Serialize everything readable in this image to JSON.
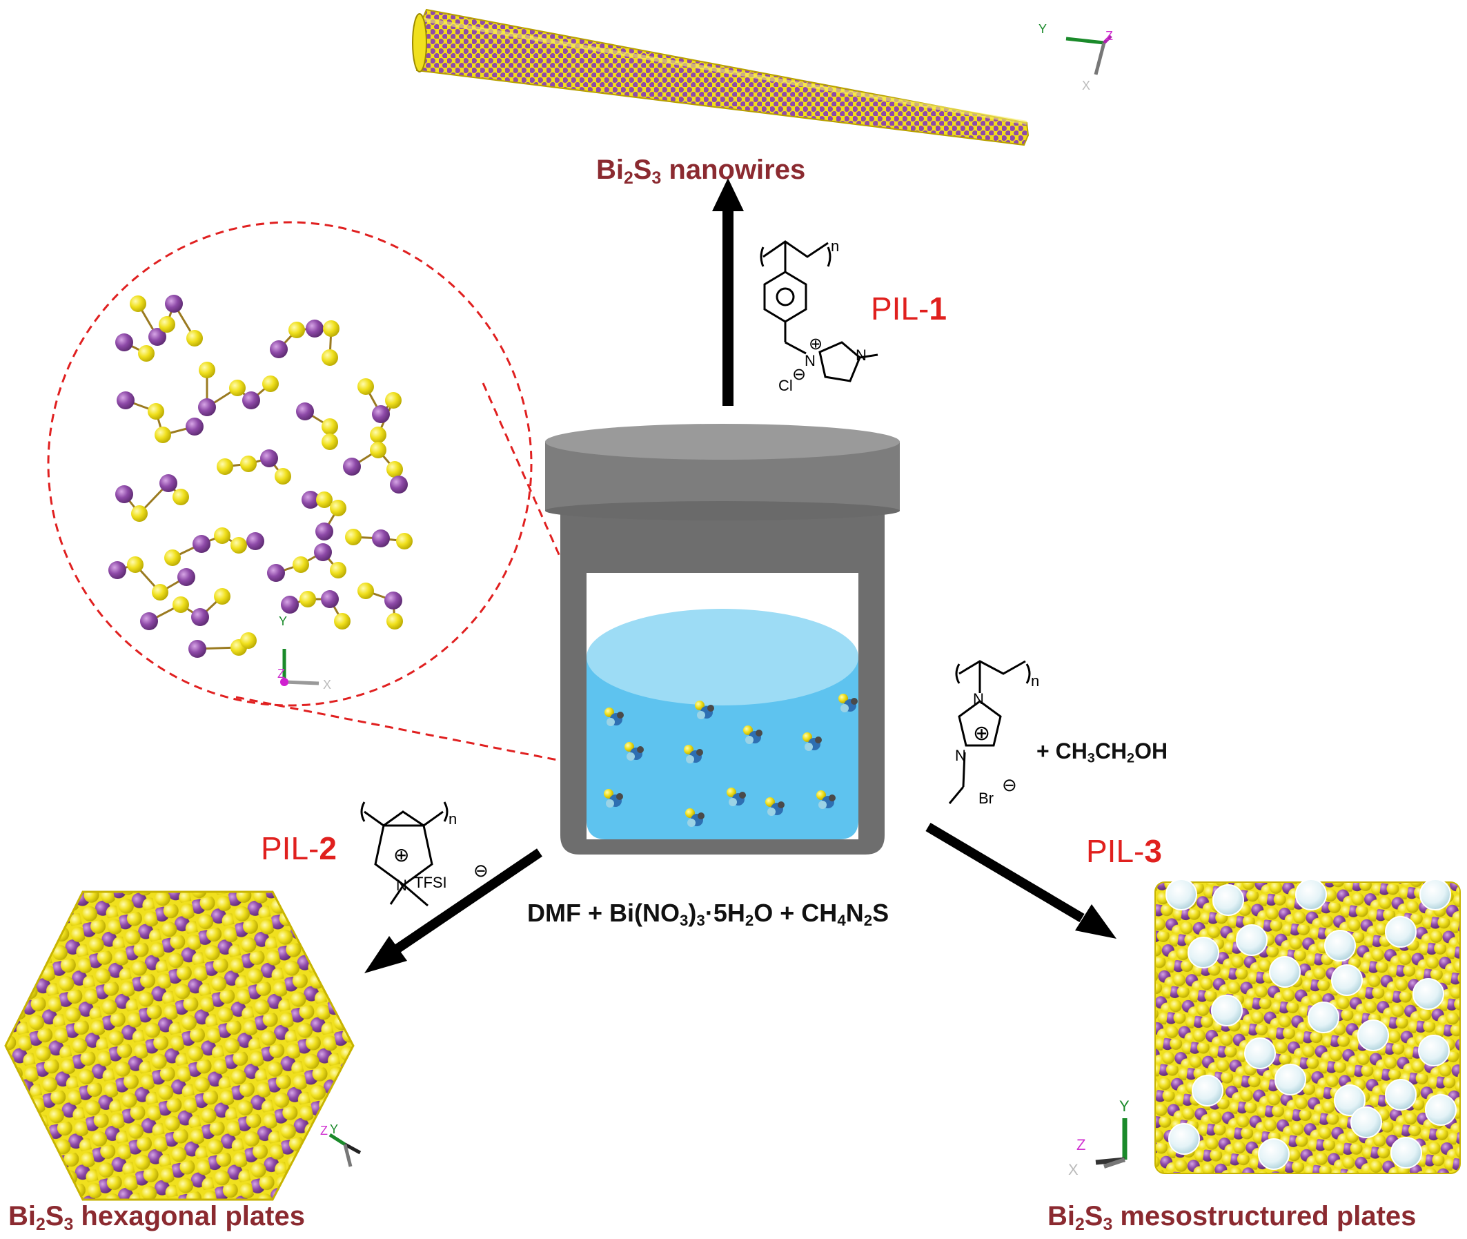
{
  "products": {
    "nanowires": {
      "pre": "Bi",
      "sub1": "2",
      "mid": "S",
      "sub2": "3",
      "post": " nanowires"
    },
    "hexagonal": {
      "pre": "Bi",
      "sub1": "2",
      "mid": "S",
      "sub2": "3",
      "post": " hexagonal plates"
    },
    "meso": {
      "pre": "Bi",
      "sub1": "2",
      "mid": "S",
      "sub2": "3",
      "post": " mesostructured plates"
    }
  },
  "pils": {
    "pil1": {
      "prefix": "PIL-",
      "num": "1"
    },
    "pil2": {
      "prefix": "PIL-",
      "num": "2"
    },
    "pil3": {
      "prefix": "PIL-",
      "num": "3"
    }
  },
  "reaction": {
    "p1": "DMF + Bi(NO",
    "s1": "3",
    "p2": ")",
    "s2": "3",
    "p3": "·5H",
    "s3": "2",
    "p4": "O + CH",
    "s4": "4",
    "p5": "N",
    "s5": "2",
    "p6": "S"
  },
  "additive": {
    "p1": "+ CH",
    "s1": "3",
    "p2": "CH",
    "s2": "2",
    "p3": "OH"
  },
  "chem": {
    "n_sub": "n",
    "plus": "⊕",
    "minus": "⊖",
    "N": "N",
    "cl": "Cl",
    "br": "Br",
    "tfsi": "TFSI"
  },
  "axes": {
    "x": "X",
    "y": "Y",
    "z": "Z"
  },
  "colors": {
    "bi_purple": "#8e4aa8",
    "s_yellow": "#f0e01e",
    "title_red": "#8b2a30",
    "pil_red": "#e0201e",
    "liquid_blue": "#5ec3ef",
    "vessel_gray": "#6e6e6e"
  }
}
